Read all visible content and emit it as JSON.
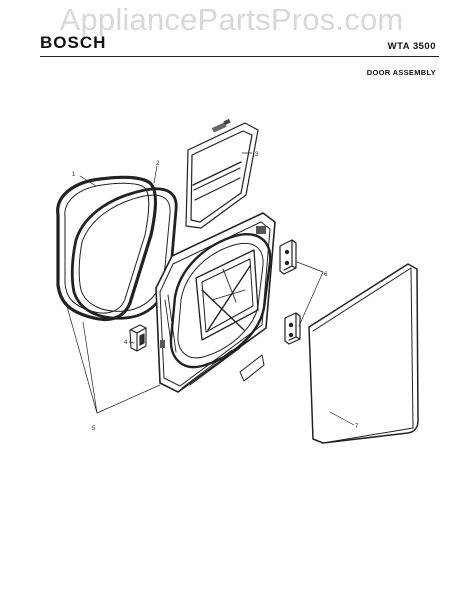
{
  "watermark": "AppliancePartsPros.com",
  "header": {
    "brand": "BOSCH",
    "model": "WTA 3500",
    "section": "DOOR ASSEMBLY"
  },
  "callouts": [
    "1",
    "2",
    "3",
    "4",
    "5",
    "6",
    "7"
  ]
}
